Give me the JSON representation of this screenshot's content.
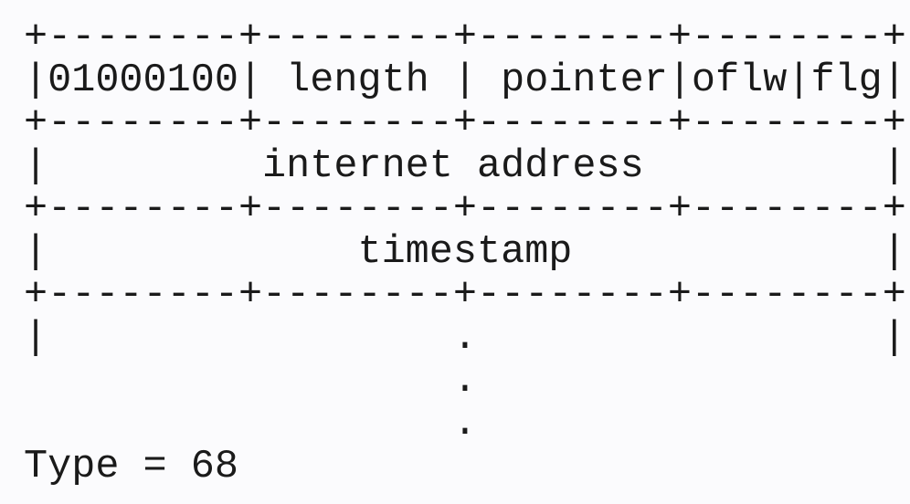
{
  "diagram": {
    "lines": [
      "+--------+--------+--------+--------+",
      "|01000100| length | pointer|oflw|flg|",
      "+--------+--------+--------+--------+",
      "|         internet address          |",
      "+--------+--------+--------+--------+",
      "|             timestamp             |",
      "+--------+--------+--------+--------+",
      "|                 .                 |",
      "                  .                  ",
      "                  .                  ",
      "Type = 68"
    ],
    "fields": {
      "type_bits": "01000100",
      "length": "length",
      "pointer": "pointer",
      "overflow": "oflw",
      "flag": "flg",
      "internet_address": "internet address",
      "timestamp": "timestamp"
    },
    "caption": "Type = 68"
  }
}
